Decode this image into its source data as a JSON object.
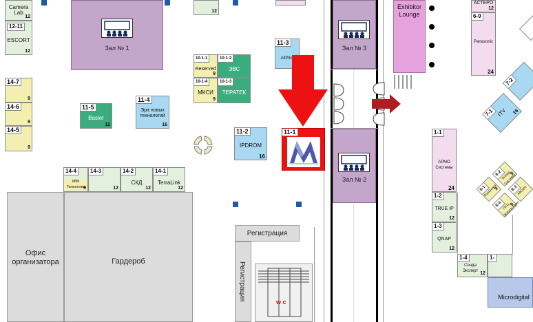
{
  "halls": {
    "hall1": "Зал № 1",
    "hall2": "Зал № 2",
    "hall3": "Зал № 3"
  },
  "lounge": "Exhibitor Lounge",
  "office": "Офис организатора",
  "cloakroom": "Гардероб",
  "registration": "Регистрация",
  "restroom": "w c",
  "booths": {
    "camera_lab": {
      "name": "Camera Lab",
      "area": "12"
    },
    "b12_11": {
      "num": "12-11"
    },
    "escort": {
      "name": "ESCORT",
      "area": "12"
    },
    "b14_7": {
      "num": "14-7",
      "area": "9"
    },
    "b14_6": {
      "num": "14-6",
      "area": "9"
    },
    "b14_5": {
      "num": "14-5",
      "area": "9"
    },
    "top_green": {
      "area": "12"
    },
    "b11_5": {
      "num": "11-5",
      "name": "Basler",
      "area": "12"
    },
    "b11_4": {
      "num": "11-4",
      "name": "Эра новых технологий",
      "area": "16"
    },
    "b10_1_1": {
      "num": "10-1-1",
      "name": "Reserved",
      "area": "9"
    },
    "b10_1_2": {
      "num": "10-1-2",
      "name": "ЭВС"
    },
    "b10_1_4": {
      "num": "10-1-4",
      "name": "МКСИ",
      "area": "9"
    },
    "b10_1_3": {
      "num": "10-1-3",
      "name": "ТЕРАТЕК"
    },
    "b11_3": {
      "num": "11-3",
      "name": "AltPilot"
    },
    "b11_2": {
      "num": "11-2",
      "name": "IPDROM",
      "area": "16"
    },
    "b11_1": {
      "num": "11-1"
    },
    "b14_4": {
      "num": "14-4",
      "name": "КВМ Технологии",
      "area": "9"
    },
    "b14_3": {
      "num": "14-3",
      "area": "12"
    },
    "b14_2": {
      "num": "14-2",
      "name": "СКД",
      "area": "12"
    },
    "b14_1": {
      "num": "14-1",
      "name": "TerraLink",
      "area": "12"
    },
    "actepo": {
      "name": "АСТЕРО",
      "area": "12"
    },
    "b6_9": {
      "num": "6-9",
      "name": "Panasonic",
      "area": "24"
    },
    "b7_1": {
      "num": "7-1",
      "name": "ITV",
      "area": "16"
    },
    "b7_2": {
      "num": "7-2"
    },
    "b1_1": {
      "num": "1-1",
      "name": "АРМО Системы",
      "area": "24"
    },
    "b1_2": {
      "num": "1-2",
      "name": "TRUE IP",
      "area": "12"
    },
    "b1_3": {
      "num": "1-3",
      "name": "QNAP",
      "area": "12"
    },
    "b1_4": {
      "num": "1-4",
      "name": "Сонда Эксперт",
      "area": "12"
    },
    "b1_5": {
      "num": "1-"
    },
    "microdigital": {
      "name": "Microdigital"
    },
    "b8_1": {
      "num": "8-1",
      "name": "RusGuard",
      "area": "9"
    },
    "b8_2": {
      "num": "8-2",
      "name": "Болид Системы",
      "area": "9"
    },
    "b8_3": {
      "num": "8-3",
      "name": "AltCam"
    },
    "b8_4": {
      "num": "8-4",
      "name": "ПСЦ Электроника",
      "area": "9"
    }
  },
  "colors": {
    "hall": "#c3a6c9",
    "arrow_main": "#ee1111",
    "arrow_side": "#b01c22",
    "highlight_booth": "#ee1111",
    "marker": "#1f5aa8"
  }
}
